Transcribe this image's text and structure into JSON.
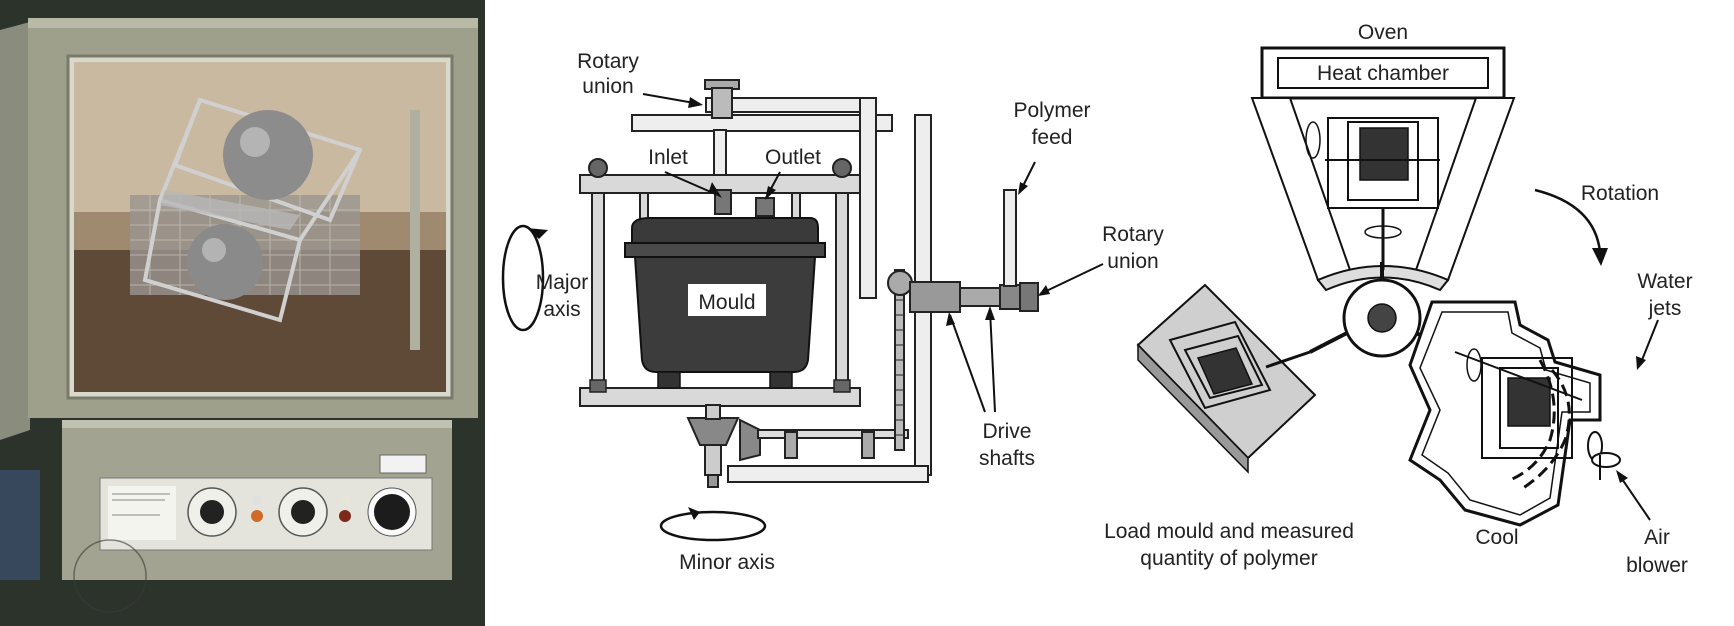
{
  "labels": {
    "rotary_union_top": [
      "Rotary",
      "union"
    ],
    "inlet": "Inlet",
    "outlet": "Outlet",
    "polymer_feed": [
      "Polymer",
      "feed"
    ],
    "rotary_union_right": [
      "Rotary",
      "union"
    ],
    "major_axis": [
      "Major",
      "axis"
    ],
    "mould": "Mould",
    "drive_shafts": [
      "Drive",
      "shafts"
    ],
    "minor_axis": "Minor axis",
    "oven": "Oven",
    "heat_chamber": "Heat chamber",
    "rotation": "Rotation",
    "water_jets": [
      "Water",
      "jets"
    ],
    "load": [
      "Load mould and measured",
      "quantity of polymer"
    ],
    "cool": "Cool",
    "air_blower": [
      "Air",
      "blower"
    ]
  },
  "photo": {
    "colors": {
      "cabinet": "#9c9c86",
      "interior": "#6b5a45",
      "panel": "#8e8e7c"
    }
  }
}
